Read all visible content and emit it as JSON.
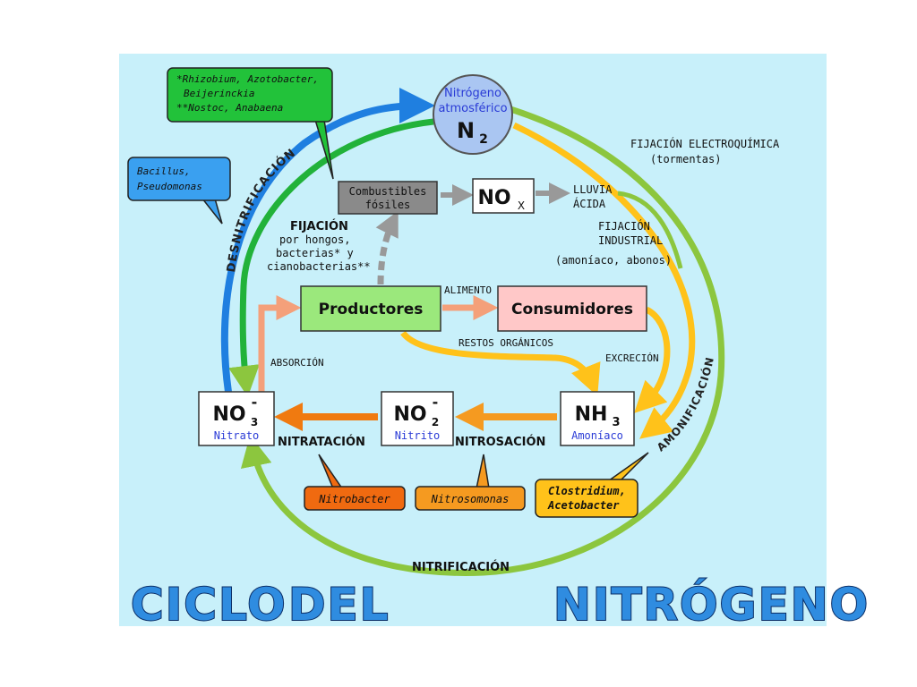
{
  "title": {
    "word1": "CICLO",
    "word2": "DEL",
    "word3": "NITRÓGENO"
  },
  "nodes": {
    "n2": {
      "line1": "Nitrógeno",
      "line2": "atmosférico",
      "formula": "N",
      "sub": "2"
    },
    "productores": "Productores",
    "consumidores": "Consumidores",
    "combustibles": {
      "line1": "Combustibles",
      "line2": "fósiles"
    },
    "nox": {
      "formula": "NO",
      "sub": "X"
    },
    "no3": {
      "formula": "NO",
      "sub": "3",
      "sup": "-",
      "name": "Nitrato"
    },
    "no2": {
      "formula": "NO",
      "sub": "2",
      "sup": "-",
      "name": "Nitrito"
    },
    "nh3": {
      "formula": "NH",
      "sub": "3",
      "name": "Amoníaco"
    }
  },
  "callouts": {
    "rhizobium": {
      "line1": "*Rhizobium, Azotobacter,",
      "line2": "Beijerinckia",
      "line3": "**Nostoc, Anabaena"
    },
    "bacillus": {
      "line1": "Bacillus,",
      "line2": "Pseudomonas"
    },
    "nitrobacter": "Nitrobacter",
    "nitrosomonas": "Nitrosomonas",
    "clostridium": {
      "line1": "Clostridium,",
      "line2": "Acetobacter"
    }
  },
  "labels": {
    "desnitrificacion": "DESNITRIFICACIÓN",
    "fijacion": {
      "line1": "FIJACIÓN",
      "line2": "por hongos,",
      "line3": "bacterias* y",
      "line4": "cianobacterias**"
    },
    "lluvia": {
      "line1": "LLUVIA",
      "line2": "ÁCIDA"
    },
    "fijacion_electro": {
      "line1": "FIJACIÓN ELECTROQUÍMICA",
      "line2": "(tormentas)"
    },
    "fijacion_industrial": {
      "line1": "FIJACIÓN",
      "line2": "INDUSTRIAL",
      "line3": "(amoníaco, abonos)"
    },
    "alimento": "ALIMENTO",
    "restos": "RESTOS ORGÁNICOS",
    "excrecion": "EXCRECIÓN",
    "absorcion": "ABSORCIÓN",
    "nitratacion": "NITRATACIÓN",
    "nitrosacion": "NITROSACIÓN",
    "amonificacion": "AMONIFICACIÓN",
    "nitrificacion": "NITRIFICACIÓN"
  },
  "colors": {
    "background": "#c8f0fa",
    "green_cycle": "#8cc63e",
    "blue_arrow": "#1f7fe0",
    "yellow_arrow": "#ffc21a",
    "orange_arrow": "#f07a10",
    "salmon_arrow": "#f4a07a",
    "gray_arrow": "#999999",
    "productores_box": "#9be87c",
    "consumidores_box": "#ffc8c8",
    "rhizobium_box": "#22c23a",
    "bacillus_box": "#3aa0f0",
    "nitrobacter_box": "#f06a10",
    "nitrosomonas_box": "#f59a20",
    "clostridium_box": "#ffc21a"
  }
}
